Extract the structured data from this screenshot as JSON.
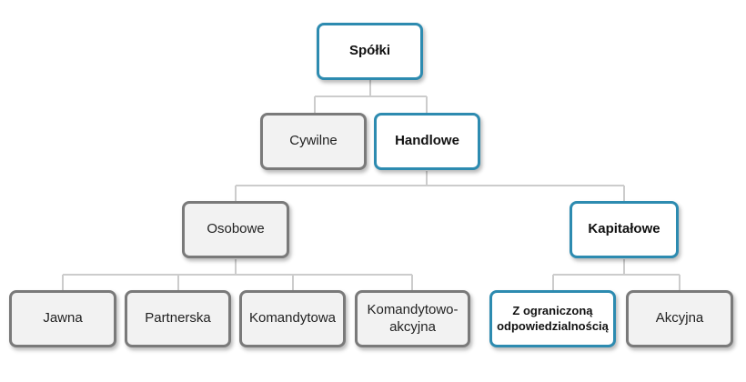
{
  "colors": {
    "highlight_border": "#2d8bb0",
    "normal_border": "#7a7a7a",
    "connector": "#cccccc",
    "box_fill": "#f2f2f2"
  },
  "nodes": {
    "root": "Spółki",
    "cywilne": "Cywilne",
    "handlowe": "Handlowe",
    "osobowe": "Osobowe",
    "kapitalowe": "Kapitałowe",
    "jawna": "Jawna",
    "partnerska": "Partnerska",
    "komandytowa": "Komandytowa",
    "komandytowo_akcyjna_1": "Komandytowo-",
    "komandytowo_akcyjna_2": "akcyjna",
    "zoo_1": "Z ograniczoną",
    "zoo_2": "odpowiedzialnością",
    "akcyjna": "Akcyjna"
  }
}
